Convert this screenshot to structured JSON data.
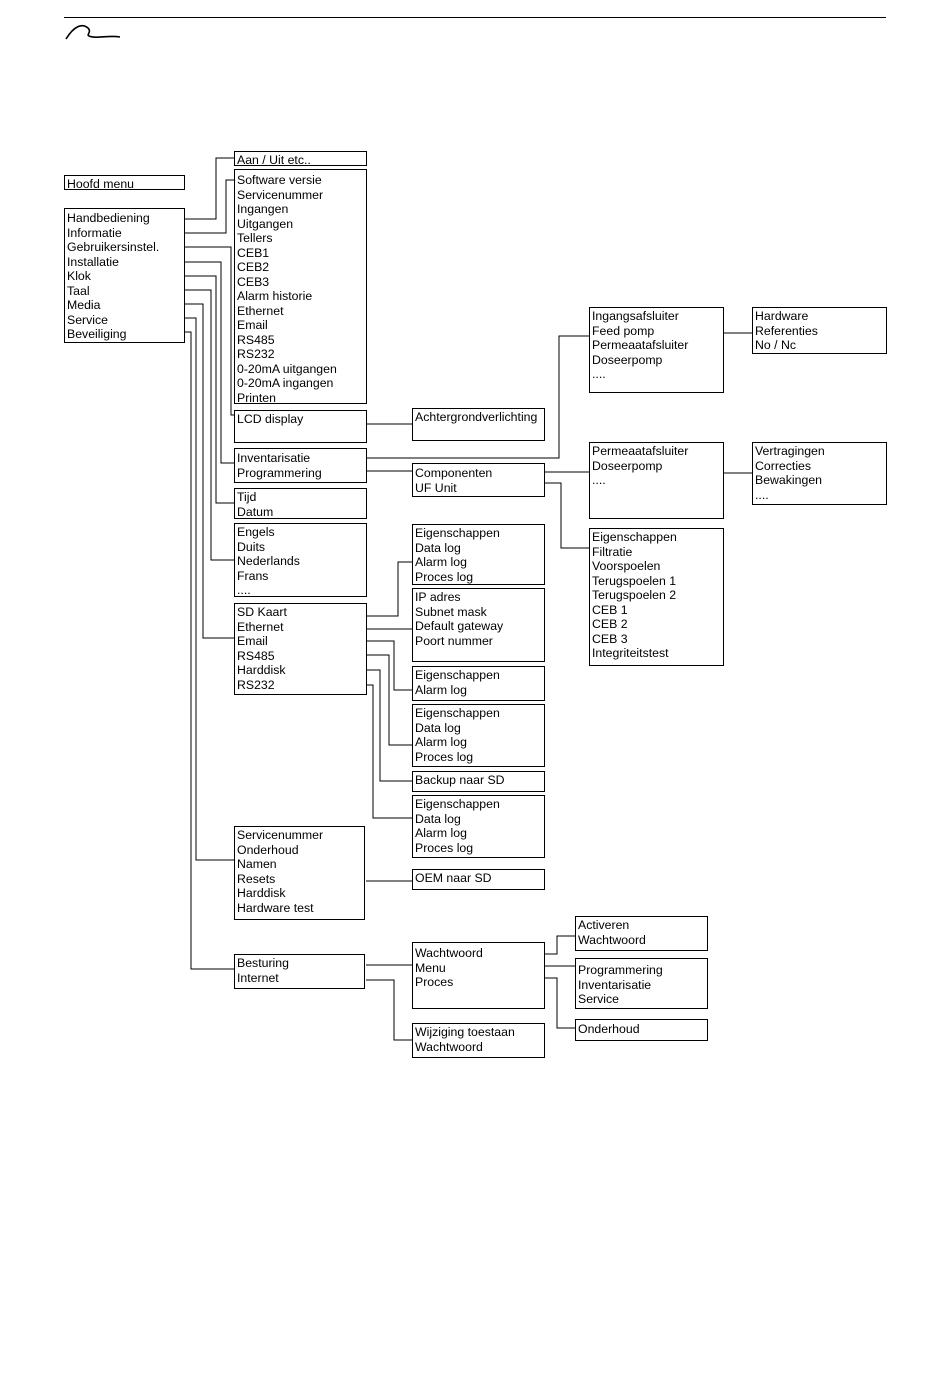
{
  "menus": [
    {
      "id": "hoofd",
      "items": [
        "Hoofd menu"
      ]
    },
    {
      "id": "main",
      "items": [
        "Handbediening",
        "Informatie",
        "Gebruikersinstel.",
        "Installatie",
        "Klok",
        "Taal",
        "Media",
        "Service",
        "Beveiliging"
      ]
    },
    {
      "id": "aanuit",
      "items": [
        "Aan / Uit etc.."
      ]
    },
    {
      "id": "info",
      "items": [
        "Software versie",
        "Servicenummer",
        "Ingangen",
        "Uitgangen",
        "Tellers",
        "CEB1",
        "CEB2",
        "CEB3",
        "Alarm historie",
        "Ethernet",
        "Email",
        "RS485",
        "RS232",
        "0-20mA uitgangen",
        "0-20mA ingangen",
        "Printen"
      ]
    },
    {
      "id": "lcd",
      "items": [
        "LCD display"
      ]
    },
    {
      "id": "achtergrond",
      "items": [
        "Achtergrondverlichting"
      ]
    },
    {
      "id": "install",
      "items": [
        "Inventarisatie",
        "Programmering"
      ]
    },
    {
      "id": "componenten",
      "items": [
        "Componenten",
        "UF Unit"
      ]
    },
    {
      "id": "ingangs",
      "items": [
        "Ingangsafsluiter",
        "Feed pomp",
        "Permeaatafsluiter",
        "Doseerpomp",
        "...."
      ]
    },
    {
      "id": "hardware",
      "items": [
        "Hardware",
        "Referenties",
        "No / Nc"
      ]
    },
    {
      "id": "permeaat",
      "items": [
        "Permeaatafsluiter",
        "Doseerpomp",
        "...."
      ]
    },
    {
      "id": "vertraging",
      "items": [
        "Vertragingen",
        "Correcties",
        "Bewakingen",
        "...."
      ]
    },
    {
      "id": "ufeig",
      "items": [
        "Eigenschappen",
        "Filtratie",
        "Voorspoelen",
        "Terugspoelen 1",
        "Terugspoelen 2",
        "CEB 1",
        "CEB 2",
        "CEB 3",
        "Integriteitstest"
      ]
    },
    {
      "id": "klok",
      "items": [
        "Tijd",
        "Datum"
      ]
    },
    {
      "id": "taal",
      "items": [
        "Engels",
        "Duits",
        "Nederlands",
        "Frans",
        "...."
      ]
    },
    {
      "id": "media",
      "items": [
        "SD Kaart",
        "Ethernet",
        "Email",
        "RS485",
        "Harddisk",
        "RS232"
      ]
    },
    {
      "id": "sd",
      "items": [
        "Eigenschappen",
        "Data log",
        "Alarm log",
        "Proces log"
      ]
    },
    {
      "id": "ip",
      "items": [
        "IP adres",
        "Subnet mask",
        "Default gateway",
        "Poort nummer"
      ]
    },
    {
      "id": "email",
      "items": [
        "Eigenschappen",
        "Alarm log"
      ]
    },
    {
      "id": "rs485",
      "items": [
        "Eigenschappen",
        "Data log",
        "Alarm log",
        "Proces log"
      ]
    },
    {
      "id": "backup",
      "items": [
        "Backup naar SD"
      ]
    },
    {
      "id": "rs232",
      "items": [
        "Eigenschappen",
        "Data log",
        "Alarm log",
        "Proces log"
      ]
    },
    {
      "id": "service",
      "items": [
        "Servicenummer",
        "Onderhoud",
        "Namen",
        "Resets",
        "Harddisk",
        "Hardware test"
      ]
    },
    {
      "id": "oem",
      "items": [
        "OEM naar SD"
      ]
    },
    {
      "id": "beveiliging",
      "items": [
        "Besturing",
        "Internet"
      ]
    },
    {
      "id": "wachtwoord",
      "items": [
        "Wachtwoord",
        "Menu",
        "Proces"
      ]
    },
    {
      "id": "wijziging",
      "items": [
        "Wijziging toestaan",
        "Wachtwoord"
      ]
    },
    {
      "id": "activeren",
      "items": [
        "Activeren",
        "Wachtwoord"
      ]
    },
    {
      "id": "programmering",
      "items": [
        "Programmering",
        "Inventarisatie",
        "Service"
      ]
    },
    {
      "id": "onderhoud",
      "items": [
        "Onderhoud"
      ]
    }
  ]
}
